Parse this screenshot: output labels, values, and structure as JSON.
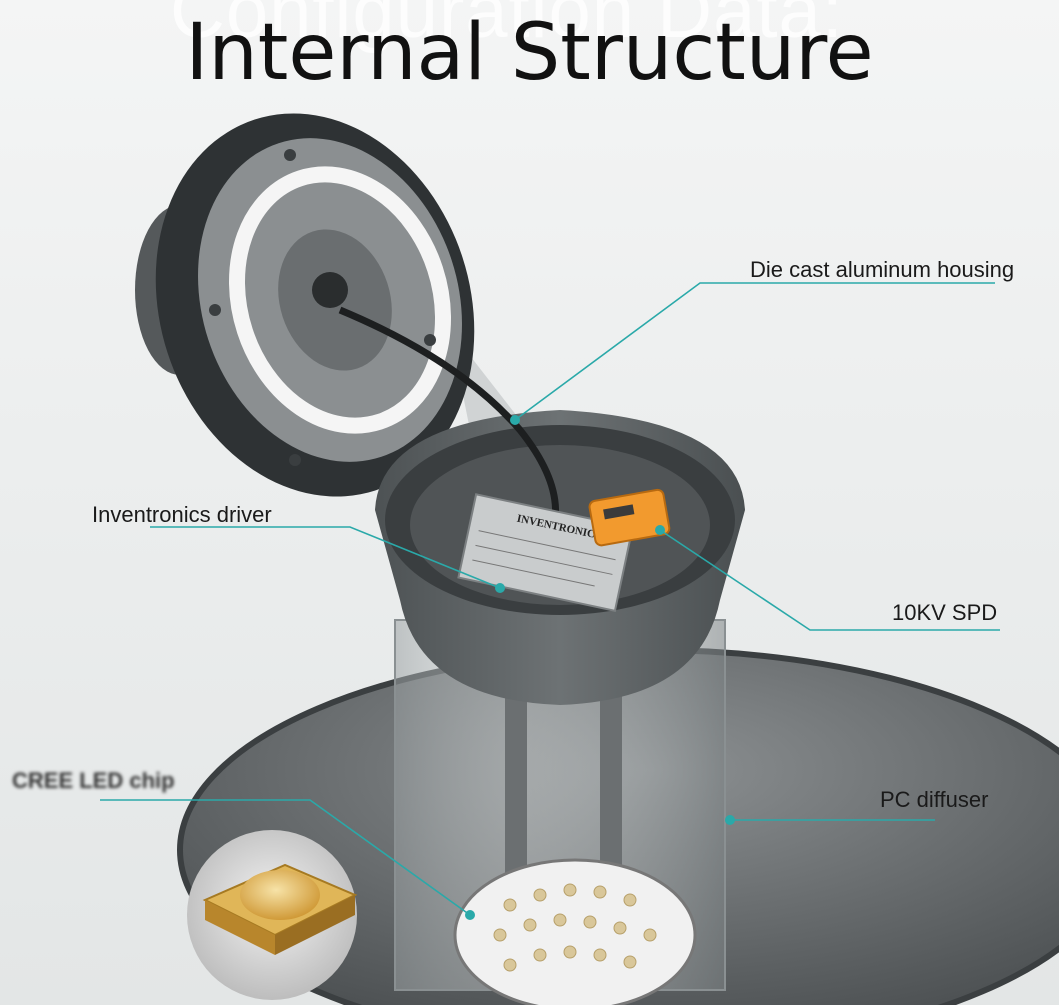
{
  "ghost_title": "Configuration Data:",
  "title": "Internal Structure",
  "labels": {
    "housing": "Die cast aluminum housing",
    "driver": "Inventronics driver",
    "spd": "10KV SPD",
    "led_chip": "CREE LED chip",
    "diffuser": "PC diffuser"
  },
  "driver_brand": "INVENTRONICS",
  "colors": {
    "leader_line": "#2aa9a9",
    "housing": "#5d6264",
    "spd_module": "#f29a2e",
    "led_chip": "#e6b24a"
  }
}
